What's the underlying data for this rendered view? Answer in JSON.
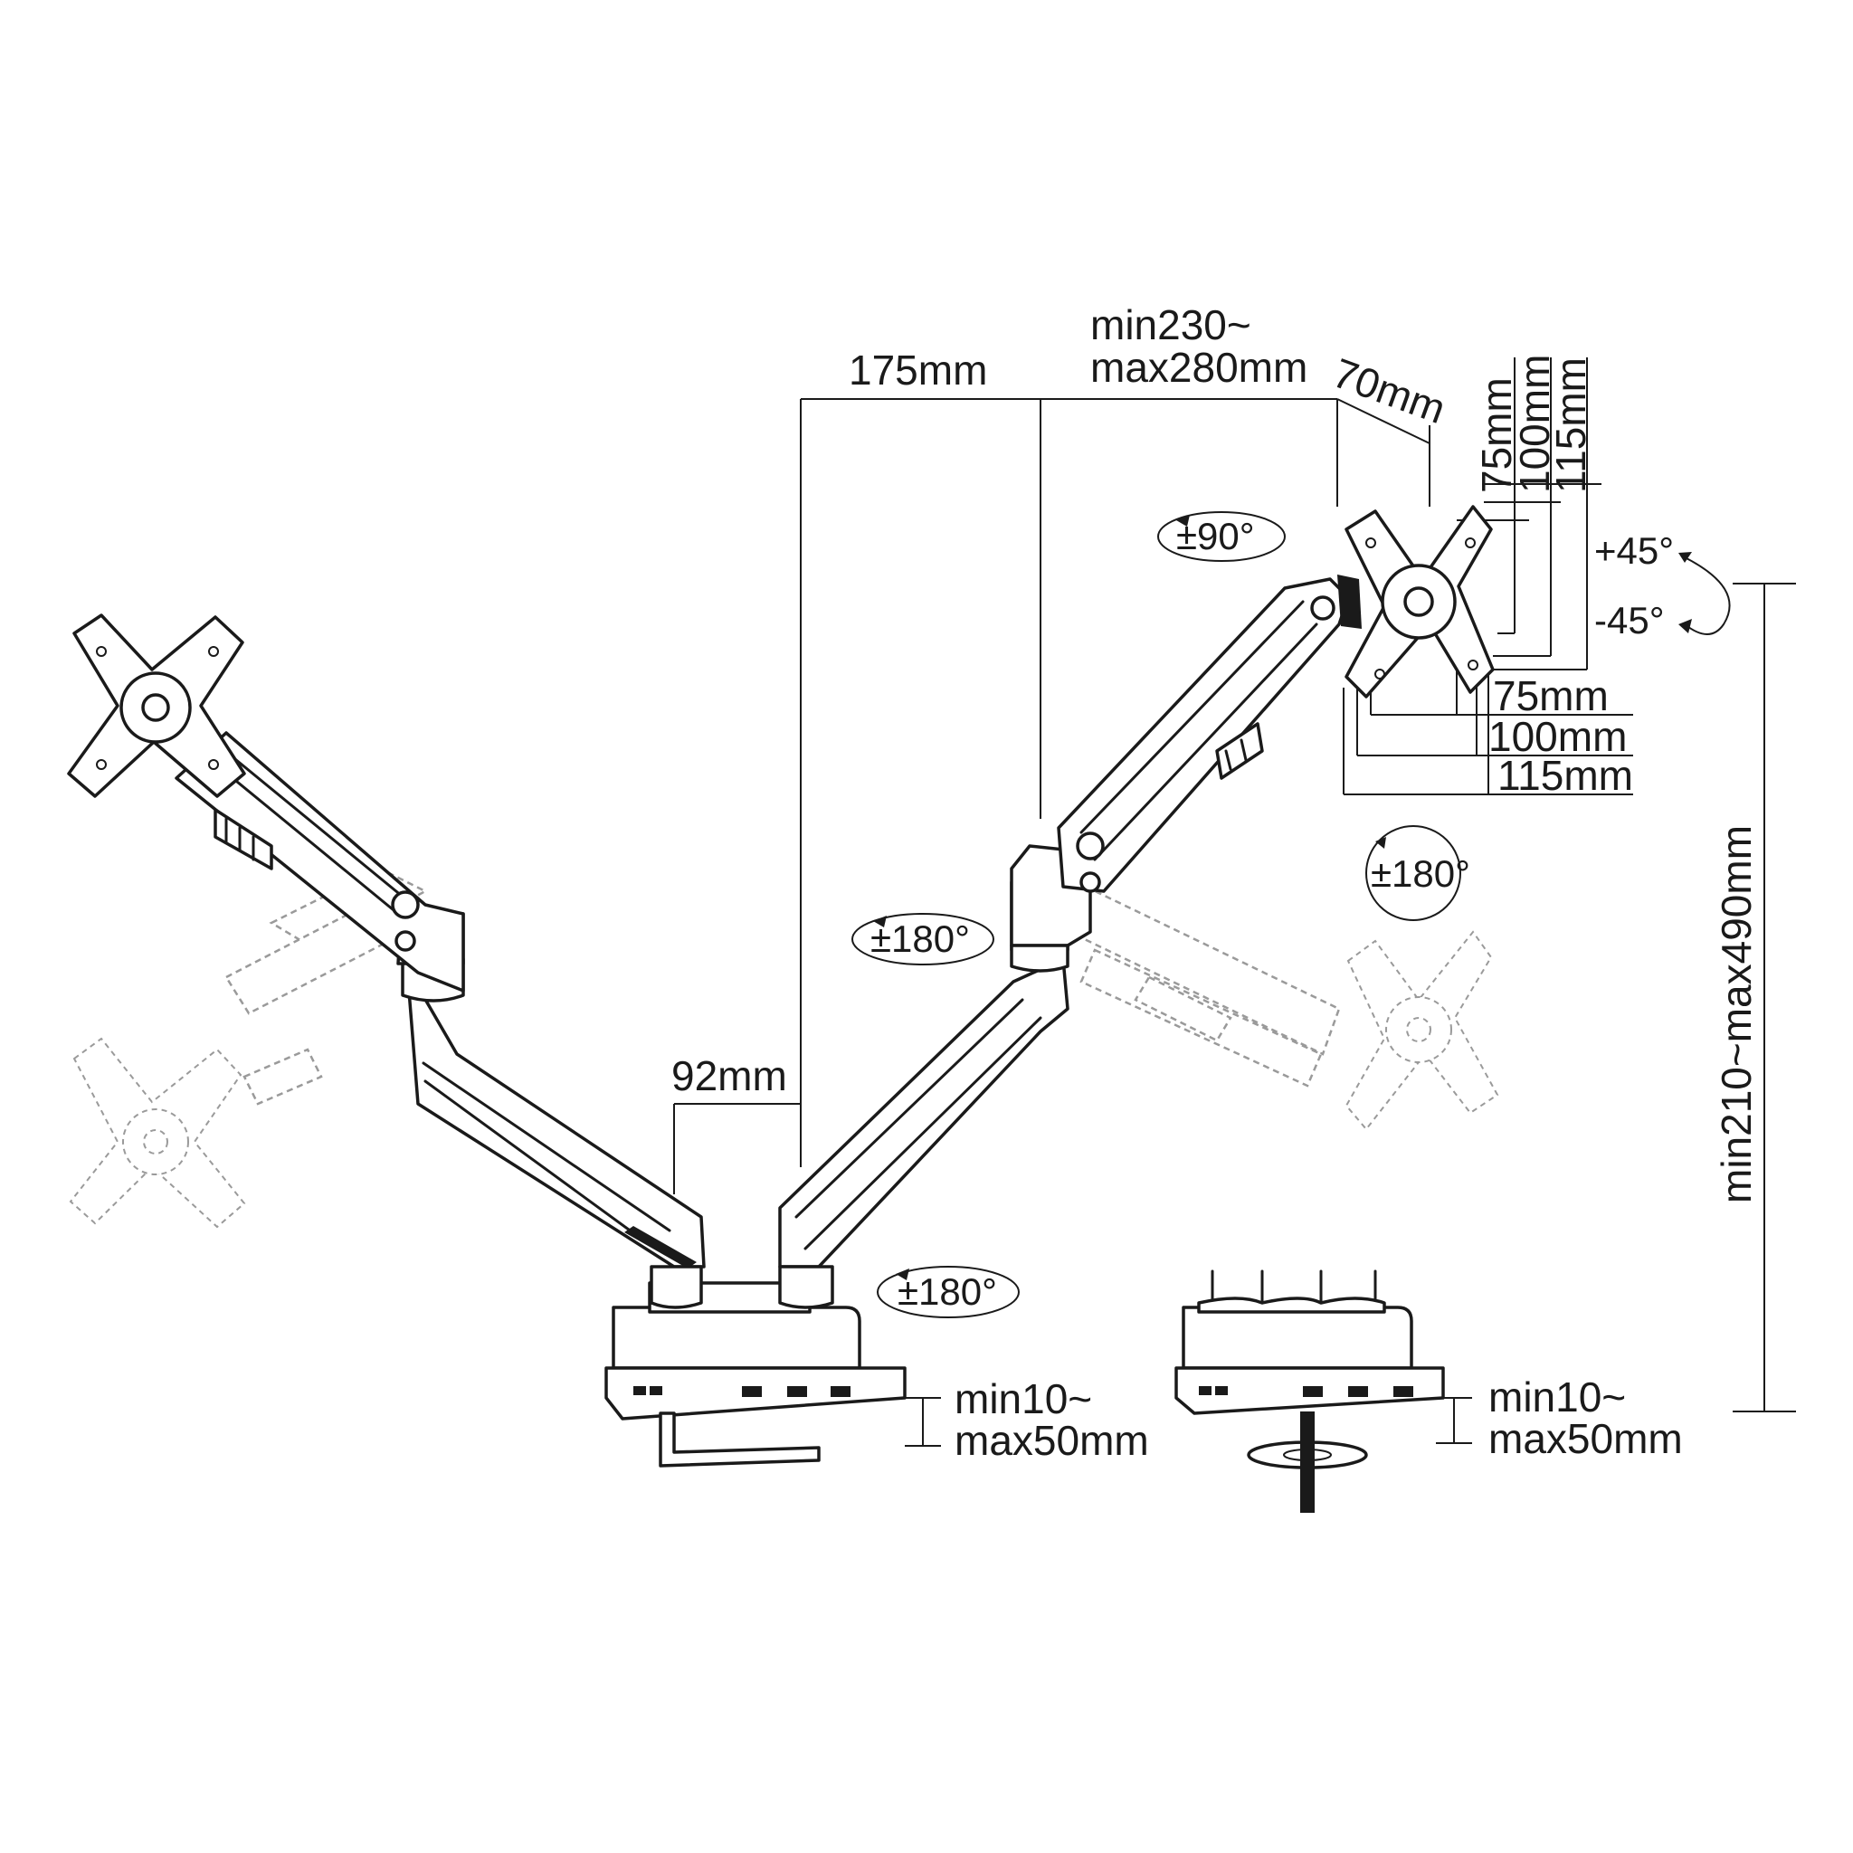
{
  "dimensions": {
    "offset_175": "175mm",
    "reach_line1": "min230~",
    "reach_line2": "max280mm",
    "depth_70": "70mm",
    "vesa_v75": "75mm",
    "vesa_v100": "100mm",
    "vesa_v115": "115mm",
    "vesa_h75": "75mm",
    "vesa_h100": "100mm",
    "vesa_h115": "115mm",
    "pole_92": "92mm",
    "height_range": "min210~max490mm",
    "clamp_line1": "min10~",
    "clamp_line2": "max50mm",
    "grommet_line1": "min10~",
    "grommet_line2": "max50mm"
  },
  "rotations": {
    "rotate_90": "±90°",
    "tilt_up": "+45°",
    "tilt_down": "-45°",
    "swivel_head": "±180°",
    "swivel_arm": "±180°",
    "swivel_base": "±180°"
  }
}
